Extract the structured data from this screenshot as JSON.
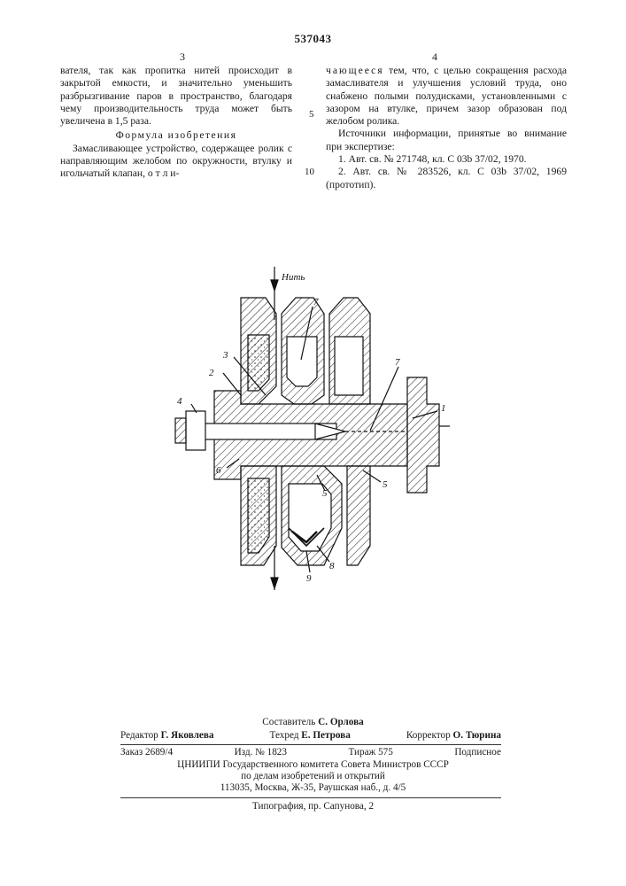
{
  "patent_number": "537043",
  "left_column": {
    "number": "3",
    "para1": "вателя, так как пропитка нитей происходит в закрытой емкости, и значительно уменьшить разбрызгивание паров в пространство, благодаря чему производительность труда может быть увеличена в 1,5 раза.",
    "heading": "Формула изобретения",
    "para2": "Замасливающее устройство, содержащее ролик с направляющим желобом по окружности, втулку и игольчатый клапан, о т л и-"
  },
  "right_column": {
    "number": "4",
    "para1_spaced": "чающееся",
    "para1": " тем, что, с целью сокращения расхода замасливателя и улучшения условий труда, оно снабжено полыми полудисками, установленными с зазором на втулке, причем зазор образован под желобом ролика.",
    "sources_intro": "Источники информации, принятые во внимание при экспертизе:",
    "source1": "1. Авт. св. № 271748, кл. С 03b 37/02, 1970.",
    "source2": "2. Авт. св. № 283526, кл. С 03b 37/02, 1969 (прототип)."
  },
  "line_numbers": [
    "5",
    "10"
  ],
  "drawing": {
    "thread_label": "Нить",
    "labels": [
      "1",
      "2",
      "3",
      "4",
      "5",
      "5",
      "6",
      "7",
      "7",
      "8",
      "9"
    ]
  },
  "footer": {
    "compiler_label": "Составитель",
    "compiler_name": "С. Орлова",
    "editor_label": "Редактор",
    "editor_name": "Г. Яковлева",
    "techred_label": "Техред",
    "techred_name": "Е. Петрова",
    "corrector_label": "Корректор",
    "corrector_name": "О. Тюрина",
    "order": "Заказ 2689/4",
    "edition": "Изд. № 1823",
    "circulation": "Тираж 575",
    "subscription": "Подписное",
    "org_line1": "ЦНИИПИ Государственного комитета Совета Министров СССР",
    "org_line2": "по делам изобретений и открытий",
    "org_line3": "113035, Москва, Ж-35, Раушская наб., д. 4/5",
    "printer": "Типография, пр. Сапунова, 2"
  }
}
